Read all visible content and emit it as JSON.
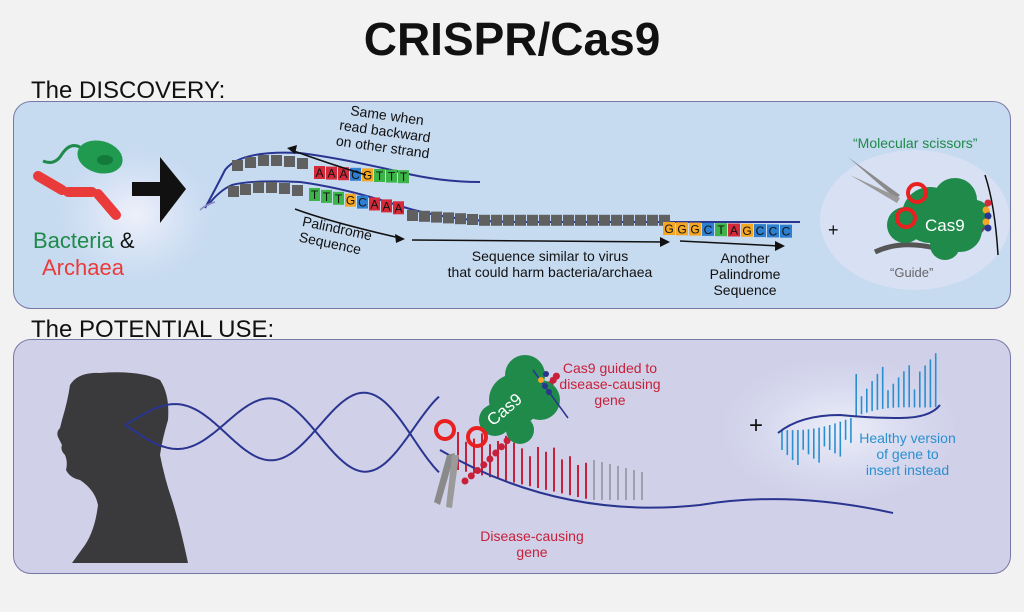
{
  "title": "CRISPR/Cas9",
  "discovery": {
    "section_label": "The DISCOVERY:",
    "organisms": {
      "bacteria": "Bacteria",
      "amp": "&",
      "archaea": "Archaea"
    },
    "labels": {
      "same_backward": [
        "Same when",
        "read backward",
        "on other strand"
      ],
      "palindrome": [
        "Palindrome",
        "Sequence"
      ],
      "virus_seq": [
        "Sequence similar to virus",
        "that could harm bacteria/archaea"
      ],
      "another_palindrome": [
        "Another",
        "Palindrome",
        "Sequence"
      ],
      "plus": "+",
      "molecular_scissors": "“Molecular scissors”",
      "cas9": "Cas9",
      "guide": "“Guide”"
    },
    "top_strand_bases": [
      "A",
      "A",
      "A",
      "C",
      "G",
      "T",
      "T",
      "T"
    ],
    "bottom_strand_bases": [
      "T",
      "T",
      "T",
      "G",
      "C",
      "A",
      "A",
      "A"
    ],
    "second_palindrome_bases": [
      "G",
      "G",
      "G",
      "C",
      "T",
      "A",
      "G",
      "C",
      "C",
      "C"
    ],
    "base_colors": {
      "A": "#d42a3a",
      "T": "#3cb44a",
      "G": "#f5a623",
      "C": "#2e7fd0",
      "spacer": "#606060"
    }
  },
  "potential_use": {
    "section_label": "The POTENTIAL USE:",
    "labels": {
      "cas9": "Cas9",
      "cas9_guided": [
        "Cas9 guided to",
        "disease-causing",
        "gene"
      ],
      "disease_gene": [
        "Disease-causing",
        "gene"
      ],
      "plus": "+",
      "healthy_gene": [
        "Healthy version",
        "of gene to",
        "insert instead"
      ]
    },
    "colors": {
      "disease": "#c8203a",
      "healthy": "#2a8fd0",
      "dna_strand": "#2a3590",
      "cas9": "#1f8a4a"
    }
  }
}
